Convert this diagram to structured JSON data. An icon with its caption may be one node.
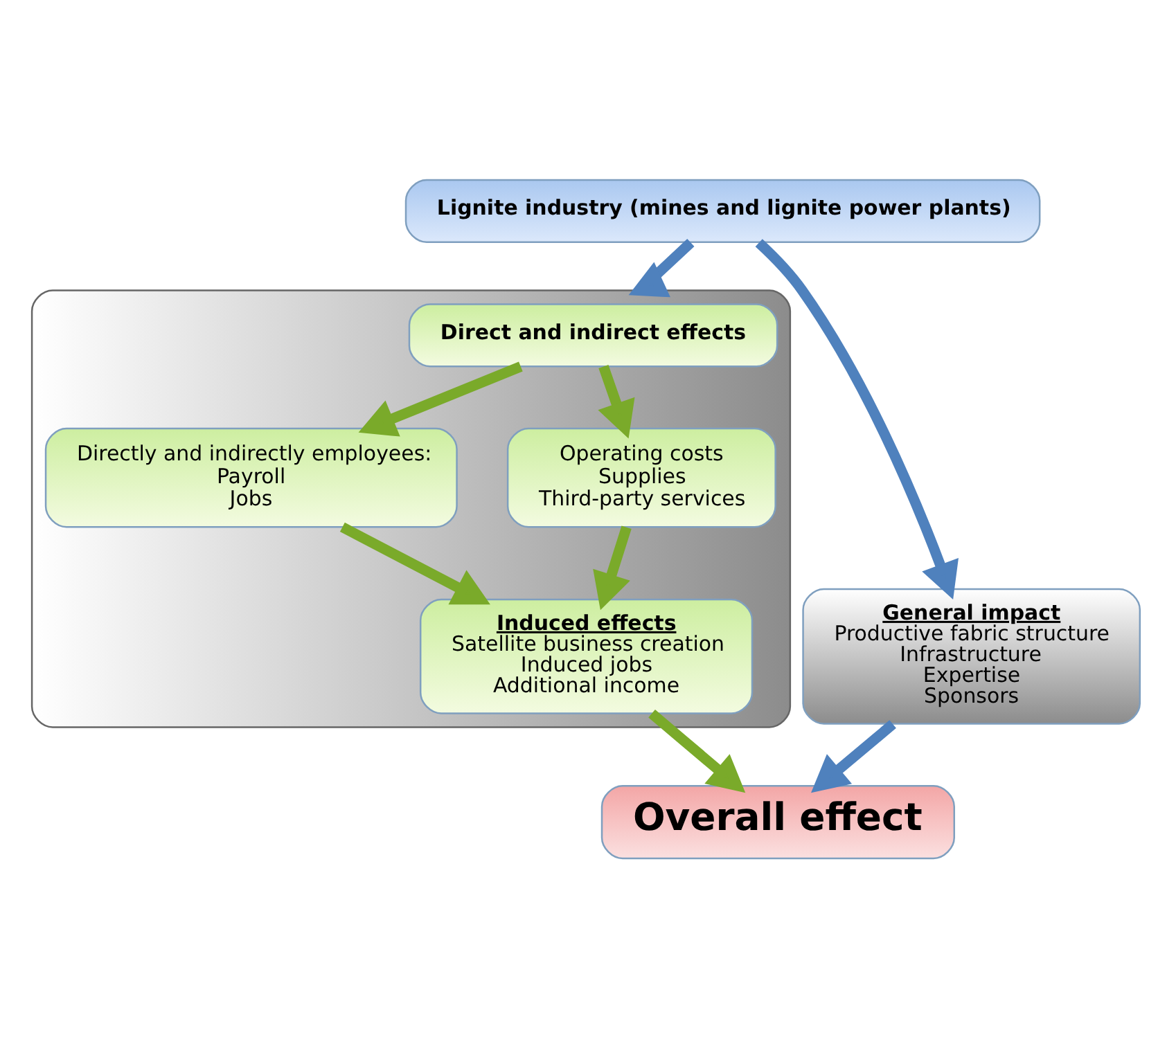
{
  "diagram": {
    "nodes": [
      {
        "text": [
          "Lignite industry (mines and lignite power plants)"
        ]
      },
      {
        "text": [
          "General impact",
          "Productive fabric structure",
          "Infrastructure",
          "Expertise",
          "Sponsors"
        ]
      },
      {
        "text": [],
        "shape": "box"
      },
      {
        "text": [
          "Direct and indirect effects"
        ],
        "in": 2
      },
      {
        "text": [
          "Directly and indirectly employees:",
          "Payroll",
          "Jobs"
        ],
        "in": 2
      },
      {
        "text": [
          "Operating costs",
          "Supplies",
          "Third-party services"
        ],
        "in": 2
      },
      {
        "text": [
          "Induced effects",
          "Satellite business creation",
          "Induced jobs",
          "Additional income"
        ],
        "in": 2
      },
      {
        "text": [
          "Overall effect"
        ]
      }
    ],
    "edges": [
      {
        "from": 0,
        "to": 1,
        "arrow": "to",
        "color": "#4f81bd"
      },
      {
        "from": 0,
        "to": 2,
        "arrow": "to",
        "color": "#4f81bd"
      },
      {
        "from": 3,
        "to": 4,
        "arrow": "to"
      },
      {
        "from": 3,
        "to": 5,
        "arrow": "to"
      },
      {
        "from": 4,
        "to": 6,
        "arrow": "to"
      },
      {
        "from": 5,
        "to": 6,
        "arrow": "to"
      },
      {
        "from": 1,
        "to": 7,
        "arrow": "to",
        "color": "#4f81bd"
      },
      {
        "from": 6,
        "to": 7,
        "arrow": "to"
      }
    ]
  }
}
